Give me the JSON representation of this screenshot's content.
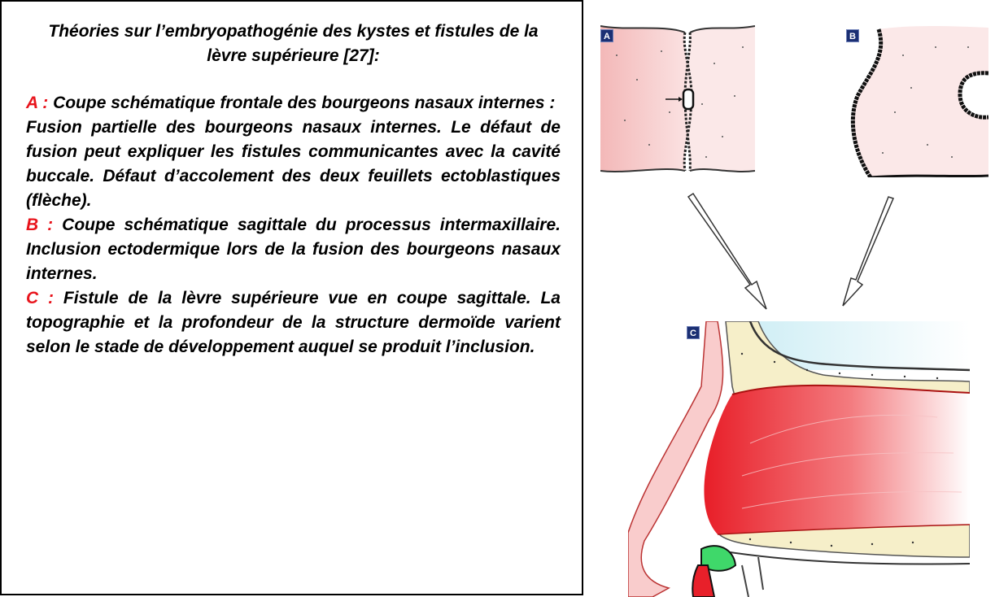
{
  "text": {
    "heading": "Théories sur l’embryopathogénie des kystes et fistules de la lèvre supérieure [27]:",
    "a_key": "A :",
    "a_title": "Coupe schématique frontale des bourgeons nasaux internes :",
    "a_body": "Fusion partielle des bourgeons nasaux internes. Le défaut de fusion peut expliquer les fistules communicantes avec la cavité buccale. Défaut d’accolement des deux feuillets ectoblastiques (flèche).",
    "b_key": "B :",
    "b_body": "Coupe schématique sagittale du processus intermaxillaire. Inclusion ectodermique lors de la fusion des bourgeons nasaux internes.",
    "c_key": "C :",
    "c_body": "Fistule de la lèvre supérieure vue en coupe sagittale. La topographie et la profondeur de la structure dermoïde varient selon le stade de développement auquel se produit l’inclusion."
  },
  "figure": {
    "label_a": "A",
    "label_b": "B",
    "label_c": "C"
  },
  "colors": {
    "text": "#000000",
    "accent_red": "#e8141c",
    "tissue_pink": "#f6c6c6",
    "muscle_red": "#e8202a",
    "bone_cream": "#f6efc9",
    "cyst_green": "#3fd86a",
    "sky_blue": "#d6f0f6",
    "label_navy": "#1b2f73"
  }
}
